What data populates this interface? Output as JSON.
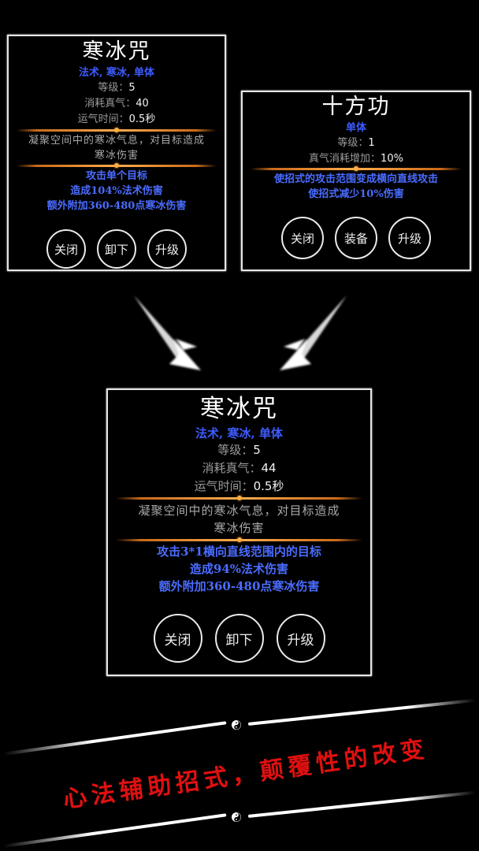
{
  "card_before": {
    "title": "寒冰咒",
    "tags": "法术, 寒冰, 单体",
    "stats": [
      {
        "label": "等级：",
        "value": "5"
      },
      {
        "label": "消耗真气：",
        "value": "40"
      },
      {
        "label": "运气时间：",
        "value": "0.5秒"
      }
    ],
    "description": [
      "凝聚空间中的寒冰气息，对目标造成",
      "寒冰伤害"
    ],
    "effects": [
      "攻击单个目标",
      "造成104%法术伤害",
      "额外附加360-480点寒冰伤害"
    ],
    "buttons": {
      "close": "关闭",
      "unequip": "卸下",
      "upgrade": "升级"
    }
  },
  "card_modifier": {
    "title": "十方功",
    "tags": "单体",
    "stats": [
      {
        "label": "等级：",
        "value": "1"
      },
      {
        "label": "真气消耗增加：",
        "value": "10%"
      }
    ],
    "effects": [
      "使招式的攻击范围变成横向直线攻击",
      "使招式减少10%伤害"
    ],
    "buttons": {
      "close": "关闭",
      "equip": "装备",
      "upgrade": "升级"
    }
  },
  "card_result": {
    "title": "寒冰咒",
    "tags": "法术, 寒冰, 单体",
    "stats": [
      {
        "label": "等级：",
        "value": "5"
      },
      {
        "label": "消耗真气：",
        "value": "44"
      },
      {
        "label": "运气时间：",
        "value": "0.5秒"
      }
    ],
    "description": [
      "凝聚空间中的寒冰气息，对目标造成",
      "寒冰伤害"
    ],
    "effects": [
      "攻击3*1横向直线范围内的目标",
      "造成94%法术伤害",
      "额外附加360-480点寒冰伤害"
    ],
    "buttons": {
      "close": "关闭",
      "unequip": "卸下",
      "upgrade": "升级"
    }
  },
  "banner": {
    "tagline": "心法辅助招式，颠覆性的改变"
  },
  "colors": {
    "background": "#000000",
    "tag_blue": "#3d5cff",
    "divider_orange": "#ffad4d",
    "tagline_red": "#e01010"
  }
}
